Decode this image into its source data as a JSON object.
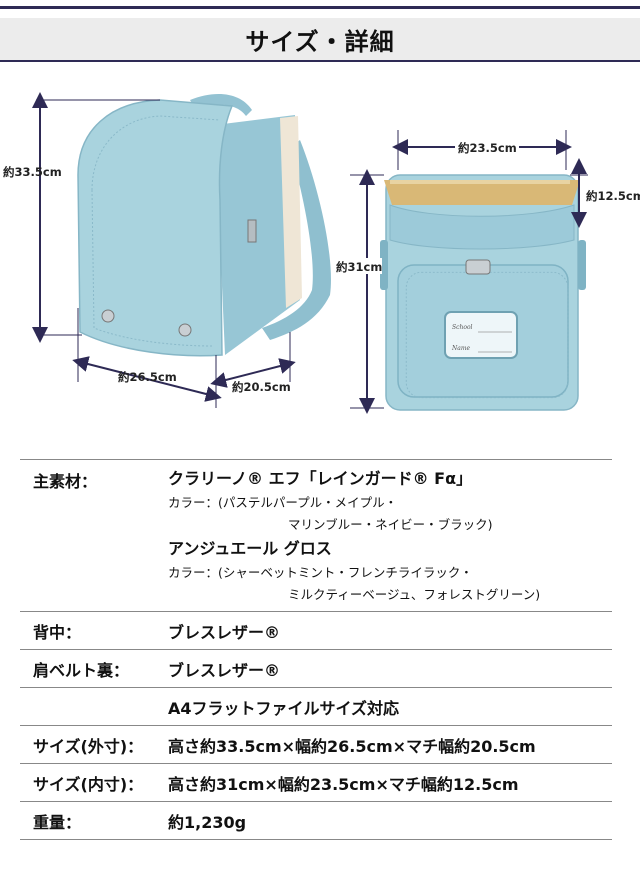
{
  "header": {
    "title": "サイズ・詳細"
  },
  "figure": {
    "left_bag": {
      "height_label": "約33.5cm",
      "width_label": "約26.5cm",
      "depth_label": "約20.5cm"
    },
    "right_bag": {
      "width_label": "約23.5cm",
      "depth_label": "約12.5cm",
      "height_label": "約31cm",
      "tag_line1": "School",
      "tag_line2": "Name"
    },
    "colors": {
      "bag": "#a9d3de",
      "bag_dark": "#7fb3c4",
      "arrow": "#2e2a55",
      "inner": "#d9b876"
    }
  },
  "specs": {
    "material_label": "主素材：",
    "material1_name": "クラリーノ® エフ「レインガード® Fα」",
    "material1_colors_1": "カラー：(パステルパープル・メイプル・",
    "material1_colors_2": "マリンブルー・ネイビー・ブラック)",
    "material2_name": "アンジュエール グロス",
    "material2_colors_1": "カラー：(シャーベットミント・フレンチライラック・",
    "material2_colors_2": "ミルクティーベージュ、フォレストグリーン)",
    "back_label": "背中：",
    "back_value": "ブレスレザー®",
    "strap_label": "肩ベルト裏：",
    "strap_value": "ブレスレザー®",
    "a4_label": "",
    "a4_value": "A4フラットファイルサイズ対応",
    "outer_label": "サイズ(外寸)：",
    "outer_value": "高さ約33.5cm×幅約26.5cm×マチ幅約20.5cm",
    "inner_label": "サイズ(内寸)：",
    "inner_value": "高さ約31cm×幅約23.5cm×マチ幅約12.5cm",
    "weight_label": "重量：",
    "weight_value": "約1,230g"
  }
}
